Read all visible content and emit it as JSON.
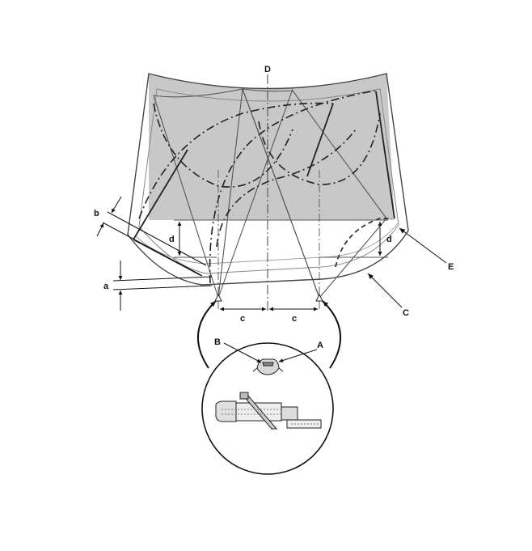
{
  "labels": {
    "centerline": "D",
    "nozzle": "A",
    "spray_hole": "B",
    "windshield_edge": "C",
    "wiper_area_edge": "E",
    "dim_a": "a",
    "dim_b": "b",
    "dim_c_left": "c",
    "dim_c_right": "c",
    "dim_d_left": "d",
    "dim_d_right": "d"
  }
}
